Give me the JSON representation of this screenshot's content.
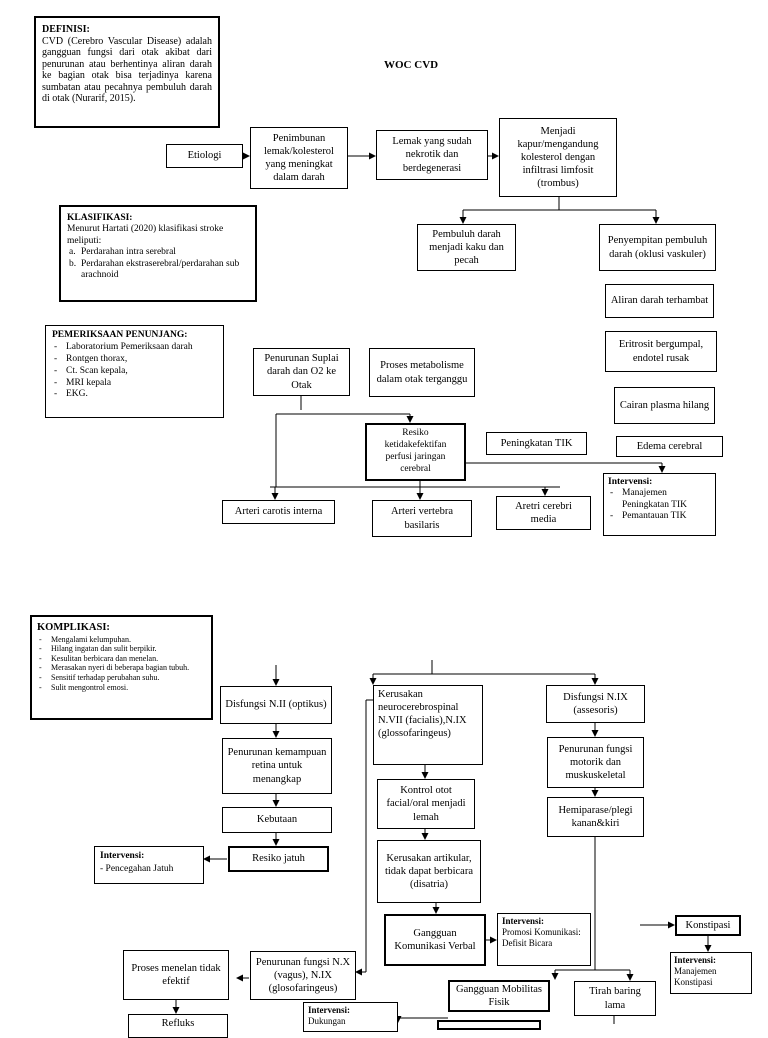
{
  "title": "WOC CVD",
  "definisi": {
    "heading": "DEFINISI:",
    "text": "CVD (Cerebro Vascular Disease) adalah gangguan fungsi dari otak akibat dari penurunan atau berhentinya aliran darah ke bagian otak bisa terjadinya karena sumbatan atau pecahnya pembuluh darah di otak (Nurarif, 2015)."
  },
  "klasifikasi": {
    "heading": "KLASIFIKASI:",
    "text": "Menurut Hartati (2020) klasifikasi stroke meliputi:",
    "items": [
      {
        "marker": "a.",
        "text": "Perdarahan intra serebral"
      },
      {
        "marker": "b.",
        "text": "Perdarahan ekstraserebral/perdarahan sub arachnoid"
      }
    ]
  },
  "pemeriksaan": {
    "heading": "PEMERIKSAAN PENUNJANG:",
    "items": [
      "Laboratorium Pemeriksaan darah",
      "Rontgen thorax,",
      "Ct. Scan kepala,",
      "MRI kepala",
      "EKG."
    ]
  },
  "komplikasi": {
    "heading": "KOMPLIKASI:",
    "items": [
      "Mengalami kelumpuhan.",
      "Hilang ingatan dan sulit berpikir.",
      "Kesulitan berbicara dan menelan.",
      "Merasakan nyeri di beberapa bagian tubuh.",
      "Sensitif terhadap perubahan suhu.",
      "Sulit mengontrol emosi."
    ]
  },
  "nodes": {
    "etiologi": "Etiologi",
    "penimbunan": "Penimbunan lemak/kolesterol yang meningkat dalam darah",
    "lemak": "Lemak yang sudah nekrotik dan berdegenerasi",
    "kapur": "Menjadi kapur/mengandung kolesterol dengan infiltrasi limfosit (trombus)",
    "kaku": "Pembuluh darah menjadi kaku dan pecah",
    "penyempitan": "Penyempitan pembuluh darah (oklusi vaskuler)",
    "aliran": "Aliran darah terhambat",
    "eritrosit": "Eritrosit bergumpal, endotel rusak",
    "cairan": "Cairan plasma hilang",
    "edema": "Edema cerebral",
    "penurunan_suplai": "Penurunan Suplai darah dan O2 ke Otak",
    "proses_metabolisme": "Proses metabolisme dalam otak terganggu",
    "resiko_perfusi": "Resiko ketidakefektifan perfusi jaringan cerebral",
    "tik": "Peningkatan TIK",
    "carotis": "Arteri carotis interna",
    "vertebra": "Arteri vertebra basilaris",
    "cerebri": "Aretri cerebri media",
    "disfungsi2": "Disfungsi N.II (optikus)",
    "retina": "Penurunan kemampuan retina untuk menangkap",
    "kebutaan": "Kebutaan",
    "resiko_jatuh": "Resiko jatuh",
    "kerusakan_neuro": "Kerusakan neurocerebrospinal N.VII (facialis),N.IX (glossofaringeus)",
    "kontrol_otot": "Kontrol otot facial/oral menjadi lemah",
    "artikular": "Kerusakan artikular, tidak dapat berbicara (disatria)",
    "komunikasi": "Gangguan Komunikasi Verbal",
    "disfungsi9": "Disfungsi N.IX (assesoris)",
    "motorik": "Penurunan fungsi motorik dan muskuskeletal",
    "hemiparase": "Hemiparase/plegi kanan&kiri",
    "konstipasi": "Konstipasi",
    "menelan": "Proses menelan tidak efektif",
    "vagus": "Penurunan fungsi N.X (vagus), N.IX (glosofaringeus)",
    "mobilitas": "Gangguan Mobilitas Fisik",
    "tirah": "Tirah baring lama",
    "refluks": "Refluks"
  },
  "intervensi": {
    "tik": {
      "heading": "Intervensi:",
      "items": [
        "Manajemen Peningkatan TIK",
        "Pemantauan TIK"
      ]
    },
    "jatuh": {
      "heading": "Intervensi:",
      "text": "- Pencegahan Jatuh"
    },
    "komunikasi": {
      "heading": "Intervensi:",
      "text": "Promosi Komunikasi: Defisit Bicara"
    },
    "konstipasi": {
      "heading": "Intervensi:",
      "text": "Manajemen Konstipasi"
    },
    "mobilitas": {
      "heading": "Intervensi:",
      "text": "Dukungan"
    }
  }
}
